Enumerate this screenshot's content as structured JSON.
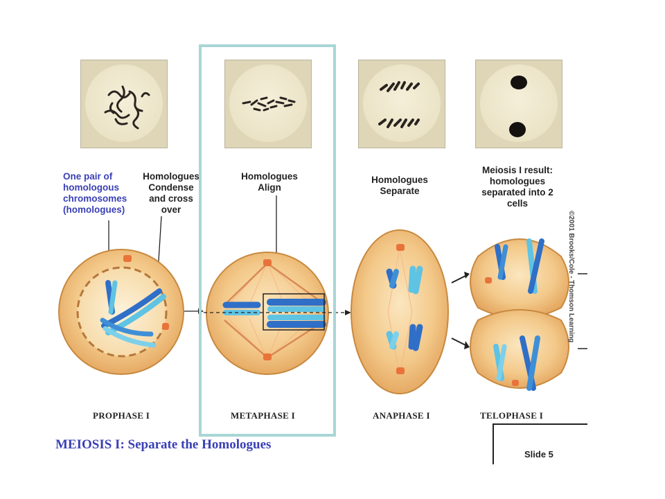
{
  "labels": {
    "homologous_pair": "One pair of\nhomologous\nchromosomes\n(homologues)",
    "condense": "Homologues\nCondense\nand cross\nover",
    "align": "Homologues\nAlign",
    "separate": "Homologues\nSeparate",
    "result": "Meiosis I result:\nhomologues\nseparated into 2\ncells"
  },
  "phases": [
    "PROPHASE I",
    "METAPHASE I",
    "ANAPHASE I",
    "TELOPHASE I"
  ],
  "title": "MEIOSIS I: Separate the Homologues",
  "slide": "Slide 5",
  "copyright": "©2001 Brooks/Cole - Thomson Learning",
  "colors": {
    "highlight_border": "#a8d6d6",
    "title_blue": "#3a3fb5",
    "cell_fill": "#f3c98a",
    "cell_edge": "#c8893e",
    "chromosome_dark": "#2f6fc7",
    "chromosome_light": "#5fc3e4",
    "centrosome": "#e8733a"
  }
}
